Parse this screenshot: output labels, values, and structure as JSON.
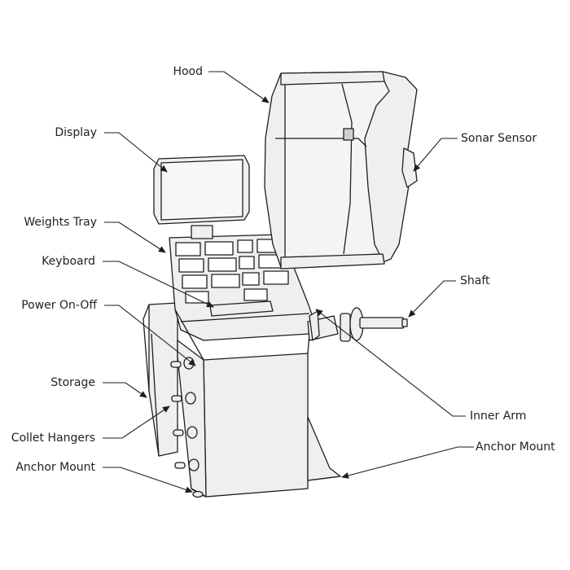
{
  "diagram": {
    "subject": "Wheel balancer",
    "line_color": "#1e1e1e",
    "fill_color": "#efefef",
    "labels": {
      "hood": "Hood",
      "display": "Display",
      "weights_tray": "Weights Tray",
      "keyboard": "Keyboard",
      "power": "Power On-Off",
      "storage": "Storage",
      "collet_hangers": "Collet Hangers",
      "anchor_left": "Anchor Mount",
      "sonar": "Sonar Sensor",
      "shaft": "Shaft",
      "inner_arm": "Inner Arm",
      "anchor_right": "Anchor Mount"
    }
  }
}
